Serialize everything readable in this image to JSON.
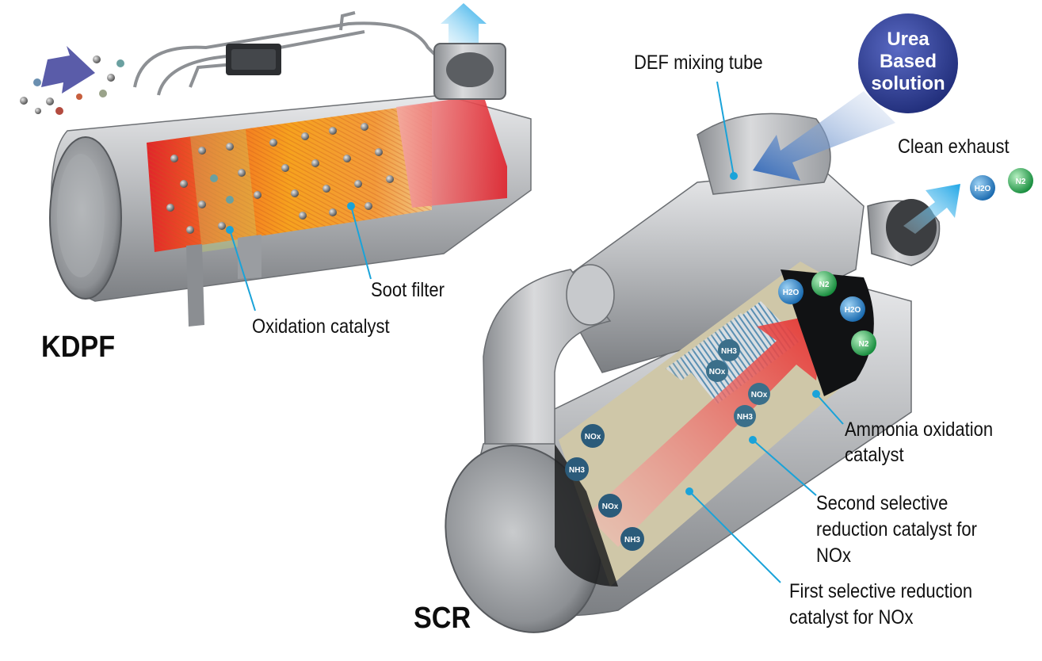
{
  "titles": {
    "kdpf": "KDPF",
    "scr": "SCR"
  },
  "urea_badge": {
    "line1": "Urea",
    "line2": "Based",
    "line3": "solution",
    "color": "#2a3a8f"
  },
  "labels": {
    "def_mixing_tube": "DEF mixing tube",
    "clean_exhaust": "Clean exhaust",
    "soot_filter": "Soot filter",
    "oxidation_catalyst": "Oxidation catalyst",
    "ammonia_line1": "Ammonia oxidation",
    "ammonia_line2": "catalyst",
    "second_line1": "Second selective",
    "second_line2": "reduction catalyst for",
    "second_line3": "NOx",
    "first_line1": "First selective reduction",
    "first_line2": "catalyst for NOx"
  },
  "molecules": {
    "nox": "NOx",
    "nh3": "NH3",
    "h2o": "H2O",
    "n2": "N2"
  },
  "colors": {
    "leader_line": "#1aa3d9",
    "flow_arrow_in": "#3d3f9a",
    "flow_arrow_out": "#25a9e6",
    "molecule_blue": "#1f7fc4",
    "molecule_green": "#1fa84a",
    "hot_red": "#e8262a",
    "hot_orange": "#f6a21e",
    "metal": "#a9acb0"
  }
}
